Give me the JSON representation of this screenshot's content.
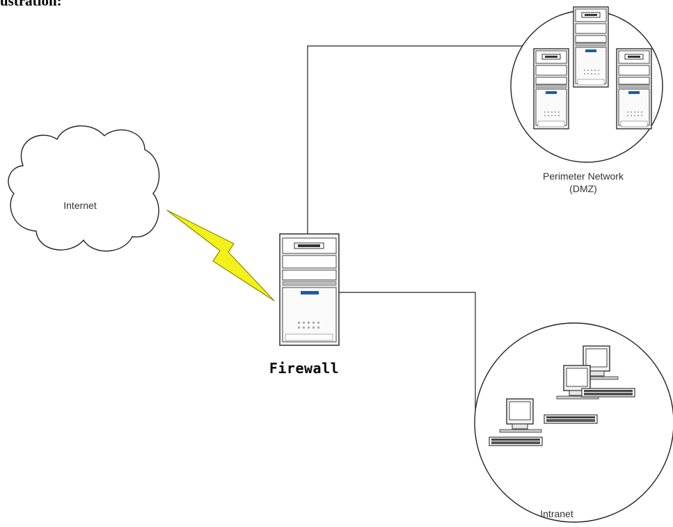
{
  "header_fragment": "ustration:",
  "nodes": {
    "internet": {
      "label": "Internet"
    },
    "firewall": {
      "label": "Firewall"
    },
    "perimeter": {
      "label_line1": "Perimeter Network",
      "label_line2": "(DMZ)"
    },
    "intranet": {
      "label": "Intranet"
    }
  },
  "colors": {
    "line": "#222222",
    "lightning_fill": "#f2f21a",
    "lightning_stroke": "#8a8a00",
    "tower_accent": "#1f5aa6"
  }
}
